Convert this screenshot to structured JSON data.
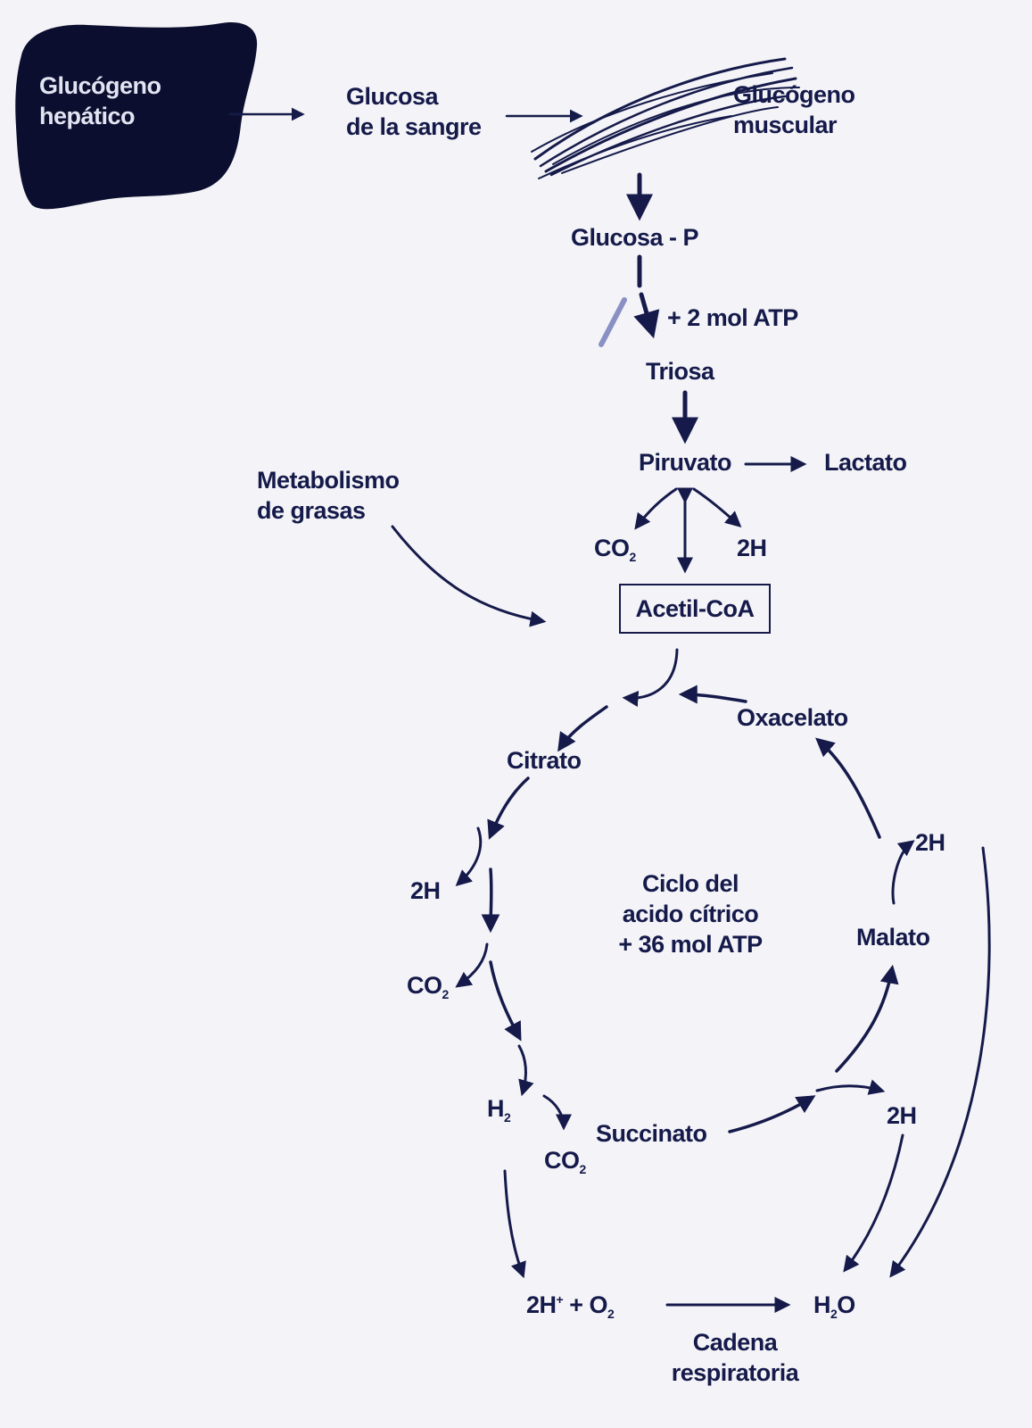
{
  "labels": {
    "glucogeno_hepatico_1": "Glucógeno",
    "glucogeno_hepatico_2": "hepático",
    "glucosa_sangre_1": "Glucosa",
    "glucosa_sangre_2": "de la sangre",
    "glucogeno_muscular_1": "Glucógeno",
    "glucogeno_muscular_2": "muscular",
    "glucosa_p": "Glucosa - P",
    "atp_2": "+ 2 mol ATP",
    "triosa": "Triosa",
    "piruvato": "Piruvato",
    "lactato": "Lactato",
    "metabolismo_1": "Metabolismo",
    "metabolismo_2": "de grasas",
    "co2_piruvato": "CO",
    "h2_piruvato": "2H",
    "acetil_coa": "Acetil-CoA",
    "oxacelato": "Oxacelato",
    "citrato": "Citrato",
    "ciclo_1": "Ciclo del",
    "ciclo_2": "acido cítrico",
    "ciclo_3": "+ 36 mol ATP",
    "h2_left": "2H",
    "co2_left": "CO",
    "h2_small": "H",
    "co2_lower": "CO",
    "succinato": "Succinato",
    "malato": "Malato",
    "h2_upper_right": "2H",
    "h2_lower_right": "2H",
    "h_plus_o2_a": "2H",
    "h_plus_o2_b": " + O",
    "h2o_a": "H",
    "h2o_b": "O",
    "cadena_1": "Cadena",
    "cadena_2": "respiratoria",
    "sub_2": "2",
    "sup_plus": "+"
  },
  "colors": {
    "ink": "#151a4a",
    "liver": "#0b0e2e",
    "background": "#f4f4f8"
  },
  "icons": [
    "liver-icon",
    "muscle-icon"
  ]
}
